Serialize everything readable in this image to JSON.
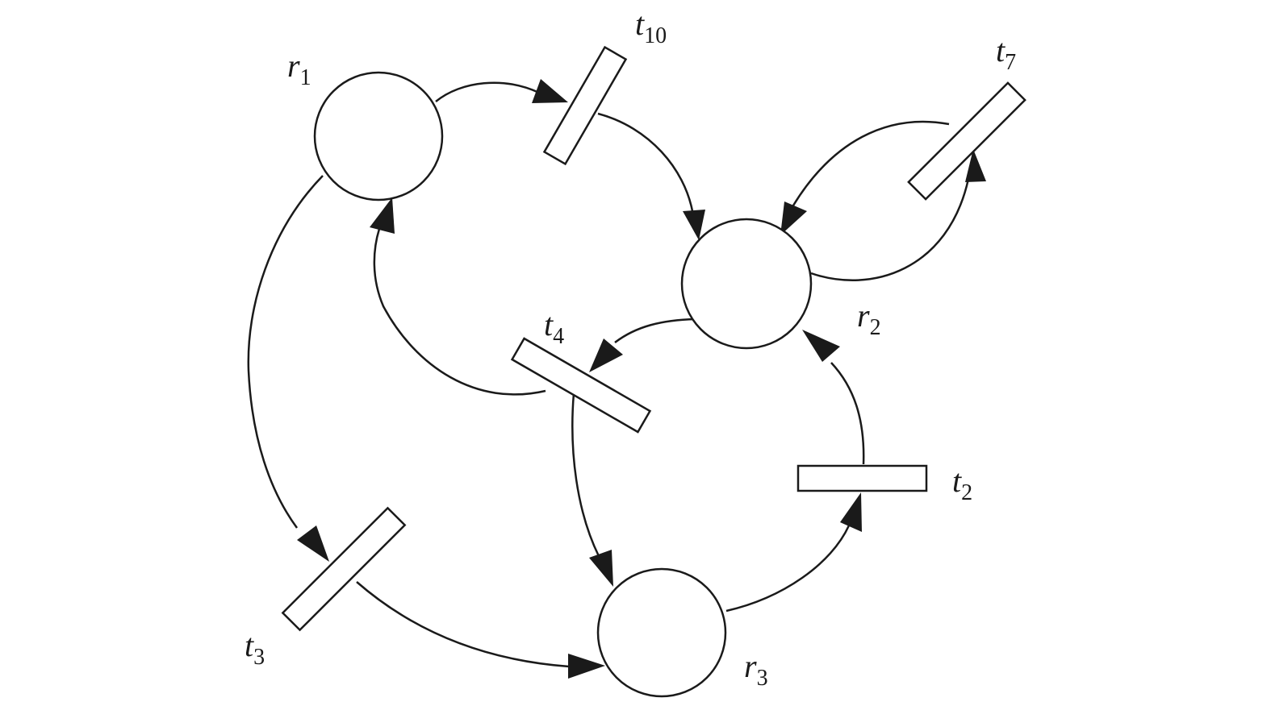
{
  "diagram": {
    "places": {
      "r1": {
        "name": "r",
        "sub": "1"
      },
      "r2": {
        "name": "r",
        "sub": "2"
      },
      "r3": {
        "name": "r",
        "sub": "3"
      }
    },
    "transitions": {
      "t10": {
        "name": "t",
        "sub": "10"
      },
      "t7": {
        "name": "t",
        "sub": "7"
      },
      "t4": {
        "name": "t",
        "sub": "4"
      },
      "t2": {
        "name": "t",
        "sub": "2"
      },
      "t3": {
        "name": "t",
        "sub": "3"
      }
    }
  }
}
